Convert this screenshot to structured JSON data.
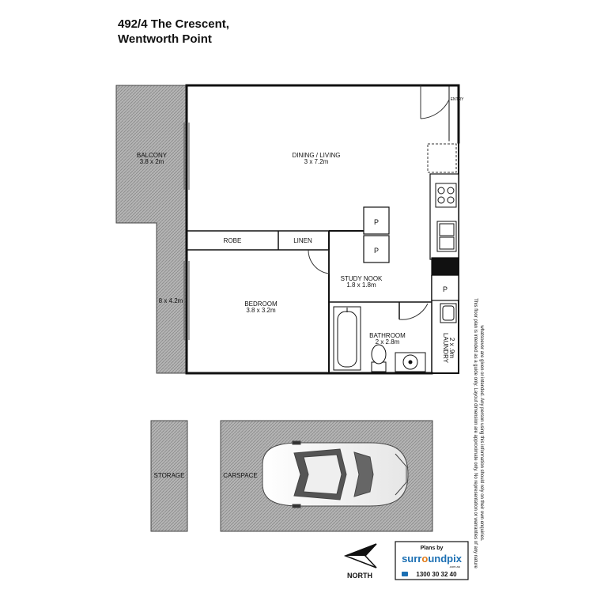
{
  "address": {
    "line1": "492/4 The Crescent,",
    "line2": "Wentworth Point"
  },
  "rooms": {
    "balcony": {
      "name": "BALCONY",
      "dims": "3.8 x 2m",
      "dims2": "8 x 4.2m"
    },
    "dining_living": {
      "name": "DINING / LIVING",
      "dims": "3 x 7.2m"
    },
    "robe": {
      "name": "ROBE"
    },
    "linen": {
      "name": "LINEN"
    },
    "study_nook": {
      "name": "STUDY NOOK",
      "dims": "1.8 x 1.8m"
    },
    "bedroom": {
      "name": "BEDROOM",
      "dims": "3.8 x 3.2m"
    },
    "bathroom": {
      "name": "BATHROOM",
      "dims": "2 x 2.8m"
    },
    "laundry": {
      "name": "LAUNDRY",
      "dims": "2 x .9m"
    },
    "entry": {
      "name": "ENTRY"
    },
    "pantry_label": "P",
    "storage": {
      "name": "STORAGE"
    },
    "carspace": {
      "name": "CARSPACE"
    }
  },
  "north": {
    "label": "NORTH"
  },
  "branding": {
    "plans_by": "Plans by",
    "brand_pre": "surr",
    "brand_o": "o",
    "brand_post": "undpix",
    "domain": ".com.au",
    "phone": "1300 30 32 40"
  },
  "disclaimer": {
    "line1": "This floor plan is intended as a guide only. Layout dimension are approximate only. No representation or warranties of any nature",
    "line2": "whatsoever are given or intended. Any person using this information should rely on their own enquiries."
  },
  "colors": {
    "hatch": "#9a9a9a",
    "wall": "#111111",
    "brand_blue": "#1b6fb3"
  }
}
